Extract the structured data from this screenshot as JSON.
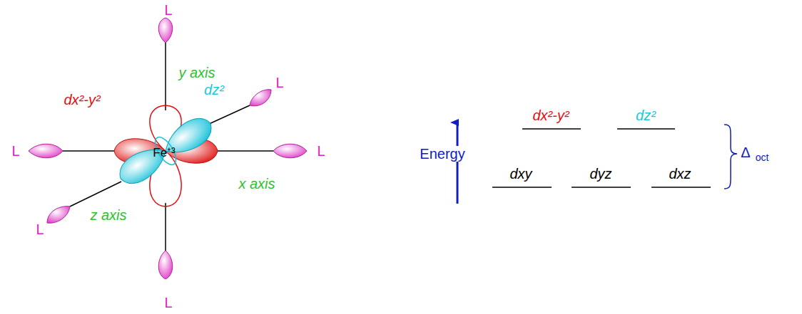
{
  "diagram": {
    "labels": [
      "L",
      "L",
      "L",
      "L",
      "L",
      "L",
      "y axis",
      "x axis",
      "z axis",
      "dx²-y²",
      "dz²",
      "Fe⁺³",
      "Energy",
      "dx²-y²",
      "dz²",
      "dxy",
      "dyz",
      "dxz",
      "Δ",
      "oct"
    ]
  }
}
